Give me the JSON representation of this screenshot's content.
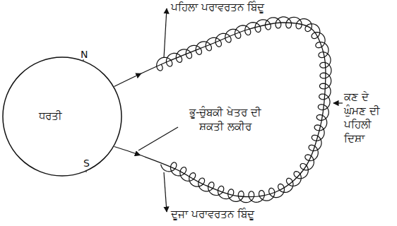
{
  "diagram": {
    "nodes": [
      {
        "text": [
          "ਧਰਤੀ"
        ]
      }
    ],
    "labels": [
      "N",
      "S",
      "ਪਹਿਲਾ ਪਰਾਵਰਤਨ ਬਿੰਦੂ",
      "ਕਣ ਦੇ ਘੁੰਮਣ ਦੀ ਪਹਿਲੀ ਦਿਸ਼ਾ",
      "ਭੂ-ਚੁੰਬਕੀ ਖੇਤਰ ਦੀ ਸ਼ਕਤੀ ਲਕੀਰ",
      "ਦੂਜਾ ਪਰਾਵਰਤਨ ਬਿੰਦੂ"
    ]
  }
}
